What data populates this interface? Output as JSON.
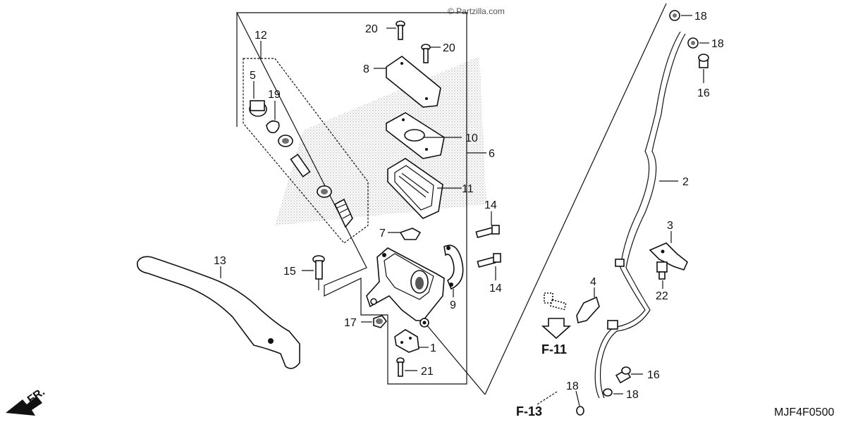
{
  "diagram": {
    "watermark": "© Partzilla.com",
    "code": "MJF4F0500",
    "direction": "FR.",
    "refs": {
      "f11": "F-11",
      "f13": "F-13"
    },
    "callouts": {
      "n1": "1",
      "n2": "2",
      "n3": "3",
      "n4": "4",
      "n5": "5",
      "n6": "6",
      "n7": "7",
      "n8": "8",
      "n9": "9",
      "n10": "10",
      "n11": "11",
      "n12": "12",
      "n13": "13",
      "n14a": "14",
      "n14b": "14",
      "n15": "15",
      "n16a": "16",
      "n16b": "16",
      "n17": "17",
      "n18a": "18",
      "n18b": "18",
      "n18c": "18",
      "n18d": "18",
      "n19": "19",
      "n20a": "20",
      "n20b": "20",
      "n21": "21",
      "n22": "22"
    }
  }
}
